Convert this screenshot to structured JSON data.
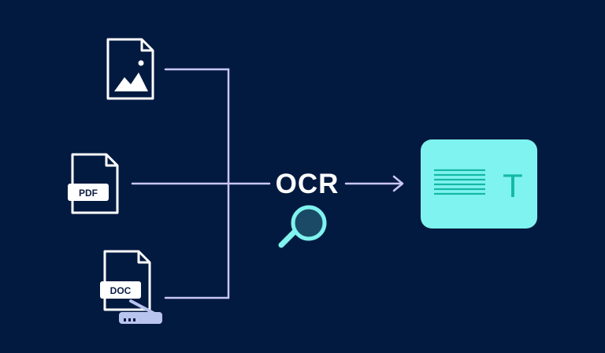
{
  "center": {
    "label": "OCR"
  },
  "inputs": {
    "pdf_label": "PDF",
    "doc_label": "DOC"
  },
  "output": {
    "text_glyph": "T"
  },
  "colors": {
    "background": "#031a40",
    "connector": "#c9c6f5",
    "doc_outline": "#ffffff",
    "output_card": "#7ff3ef",
    "output_text": "#14b8a6",
    "magnifier_ring": "#7ff3ef",
    "magnifier_glass": "#1b4a66"
  },
  "icons": {
    "image_file": "image-file-icon",
    "pdf_file": "pdf-file-icon",
    "doc_file": "doc-file-icon",
    "scanner": "scanner-icon",
    "magnifier": "magnifier-icon",
    "arrow": "arrow-right-icon",
    "text_document": "text-document-icon"
  }
}
